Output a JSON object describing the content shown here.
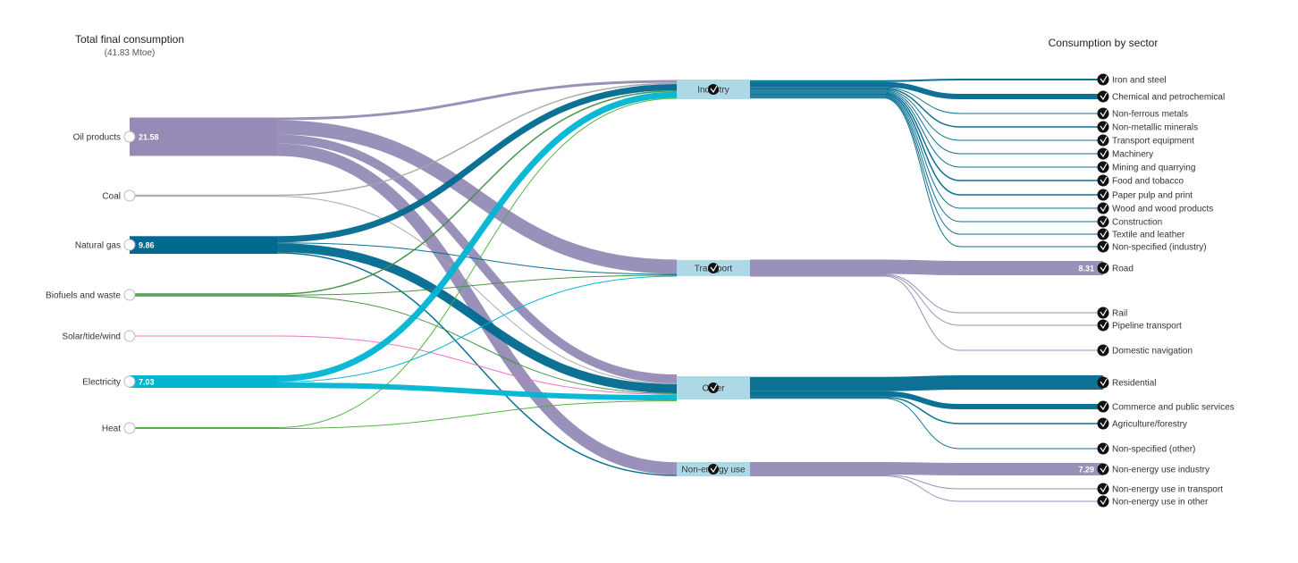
{
  "titles": {
    "left_title": "Total final consumption",
    "left_subtitle": "(41.83 Mtoe)",
    "right_title": "Consumption by sector"
  },
  "colors": {
    "oil_products": "#958bb6",
    "coal": "#a6a6a6",
    "natural_gas": "#00698f",
    "biofuels_waste": "#3f8f3f",
    "solar_tide_wind": "#e86fbf",
    "electricity": "#00b4d3",
    "heat": "#4caf3c",
    "hub_fill": "#add8e6"
  },
  "sources": [
    {
      "id": "oil",
      "label": "Oil products",
      "value": "21.58",
      "color_key": "oil_products"
    },
    {
      "id": "coal",
      "label": "Coal",
      "value": "",
      "color_key": "coal"
    },
    {
      "id": "gas",
      "label": "Natural gas",
      "value": "9.86",
      "color_key": "natural_gas"
    },
    {
      "id": "bio",
      "label": "Biofuels and waste",
      "value": "",
      "color_key": "biofuels_waste"
    },
    {
      "id": "solar",
      "label": "Solar/tide/wind",
      "value": "",
      "color_key": "solar_tide_wind"
    },
    {
      "id": "elec",
      "label": "Electricity",
      "value": "7.03",
      "color_key": "electricity"
    },
    {
      "id": "heat",
      "label": "Heat",
      "value": "",
      "color_key": "heat"
    }
  ],
  "hubs": [
    {
      "id": "industry",
      "label": "Industry"
    },
    {
      "id": "transport",
      "label": "Transport"
    },
    {
      "id": "other",
      "label": "Other"
    },
    {
      "id": "nonenergy",
      "label": "Non-energy use"
    }
  ],
  "sectors": [
    {
      "id": "iron",
      "label": "Iron and steel",
      "hub": "industry",
      "value": ""
    },
    {
      "id": "chem",
      "label": "Chemical and petrochemical",
      "hub": "industry",
      "value": ""
    },
    {
      "id": "nonferrous",
      "label": "Non-ferrous metals",
      "hub": "industry",
      "value": ""
    },
    {
      "id": "nonmetallic",
      "label": "Non-metallic minerals",
      "hub": "industry",
      "value": ""
    },
    {
      "id": "transport_eq",
      "label": "Transport equipment",
      "hub": "industry",
      "value": ""
    },
    {
      "id": "machinery",
      "label": "Machinery",
      "hub": "industry",
      "value": ""
    },
    {
      "id": "mining",
      "label": "Mining and quarrying",
      "hub": "industry",
      "value": ""
    },
    {
      "id": "food",
      "label": "Food and tobacco",
      "hub": "industry",
      "value": ""
    },
    {
      "id": "paper",
      "label": "Paper pulp and print",
      "hub": "industry",
      "value": ""
    },
    {
      "id": "wood",
      "label": "Wood and wood products",
      "hub": "industry",
      "value": ""
    },
    {
      "id": "construction",
      "label": "Construction",
      "hub": "industry",
      "value": ""
    },
    {
      "id": "textile",
      "label": "Textile and leather",
      "hub": "industry",
      "value": ""
    },
    {
      "id": "nonspec_ind",
      "label": "Non-specified (industry)",
      "hub": "industry",
      "value": ""
    },
    {
      "id": "road",
      "label": "Road",
      "hub": "transport",
      "value": "8.31"
    },
    {
      "id": "rail",
      "label": "Rail",
      "hub": "transport",
      "value": ""
    },
    {
      "id": "pipeline",
      "label": "Pipeline transport",
      "hub": "transport",
      "value": ""
    },
    {
      "id": "domnav",
      "label": "Domestic navigation",
      "hub": "transport",
      "value": ""
    },
    {
      "id": "residential",
      "label": "Residential",
      "hub": "other",
      "value": ""
    },
    {
      "id": "commerce",
      "label": "Commerce and public services",
      "hub": "other",
      "value": ""
    },
    {
      "id": "agri",
      "label": "Agriculture/forestry",
      "hub": "other",
      "value": ""
    },
    {
      "id": "nonspec_other",
      "label": "Non-specified (other)",
      "hub": "other",
      "value": ""
    },
    {
      "id": "ne_industry",
      "label": "Non-energy use industry",
      "hub": "nonenergy",
      "value": "7.29"
    },
    {
      "id": "ne_transport",
      "label": "Non-energy use in transport",
      "hub": "nonenergy",
      "value": ""
    },
    {
      "id": "ne_other",
      "label": "Non-energy use in other",
      "hub": "nonenergy",
      "value": ""
    }
  ],
  "flows": [
    {
      "from": "oil",
      "to": "industry",
      "w": 3
    },
    {
      "from": "oil",
      "to": "transport",
      "w": 16
    },
    {
      "from": "oil",
      "to": "other",
      "w": 10
    },
    {
      "from": "oil",
      "to": "nonenergy",
      "w": 14
    },
    {
      "from": "coal",
      "to": "industry",
      "w": 1.5
    },
    {
      "from": "coal",
      "to": "other",
      "w": 1
    },
    {
      "from": "gas",
      "to": "industry",
      "w": 7
    },
    {
      "from": "gas",
      "to": "transport",
      "w": 1
    },
    {
      "from": "gas",
      "to": "other",
      "w": 10
    },
    {
      "from": "gas",
      "to": "nonenergy",
      "w": 1.5
    },
    {
      "from": "bio",
      "to": "industry",
      "w": 1.5
    },
    {
      "from": "bio",
      "to": "transport",
      "w": 1
    },
    {
      "from": "bio",
      "to": "other",
      "w": 1
    },
    {
      "from": "solar",
      "to": "other",
      "w": 1
    },
    {
      "from": "elec",
      "to": "industry",
      "w": 7
    },
    {
      "from": "elec",
      "to": "transport",
      "w": 1
    },
    {
      "from": "elec",
      "to": "other",
      "w": 6
    },
    {
      "from": "heat",
      "to": "industry",
      "w": 1
    },
    {
      "from": "heat",
      "to": "other",
      "w": 1
    },
    {
      "from": "industry",
      "to": "iron",
      "w": 2
    },
    {
      "from": "industry",
      "to": "chem",
      "w": 6
    },
    {
      "from": "industry",
      "to": "nonferrous",
      "w": 1
    },
    {
      "from": "industry",
      "to": "nonmetallic",
      "w": 1.5
    },
    {
      "from": "industry",
      "to": "transport_eq",
      "w": 1
    },
    {
      "from": "industry",
      "to": "machinery",
      "w": 1
    },
    {
      "from": "industry",
      "to": "mining",
      "w": 1
    },
    {
      "from": "industry",
      "to": "food",
      "w": 1.5
    },
    {
      "from": "industry",
      "to": "paper",
      "w": 1.5
    },
    {
      "from": "industry",
      "to": "wood",
      "w": 1
    },
    {
      "from": "industry",
      "to": "construction",
      "w": 1
    },
    {
      "from": "industry",
      "to": "textile",
      "w": 1
    },
    {
      "from": "industry",
      "to": "nonspec_ind",
      "w": 1
    },
    {
      "from": "transport",
      "to": "road",
      "w": 16
    },
    {
      "from": "transport",
      "to": "rail",
      "w": 1
    },
    {
      "from": "transport",
      "to": "pipeline",
      "w": 1
    },
    {
      "from": "transport",
      "to": "domnav",
      "w": 1
    },
    {
      "from": "other",
      "to": "residential",
      "w": 16
    },
    {
      "from": "other",
      "to": "commerce",
      "w": 6
    },
    {
      "from": "other",
      "to": "agri",
      "w": 1.5
    },
    {
      "from": "other",
      "to": "nonspec_other",
      "w": 1
    },
    {
      "from": "nonenergy",
      "to": "ne_industry",
      "w": 14
    },
    {
      "from": "nonenergy",
      "to": "ne_transport",
      "w": 1
    },
    {
      "from": "nonenergy",
      "to": "ne_other",
      "w": 1
    }
  ]
}
